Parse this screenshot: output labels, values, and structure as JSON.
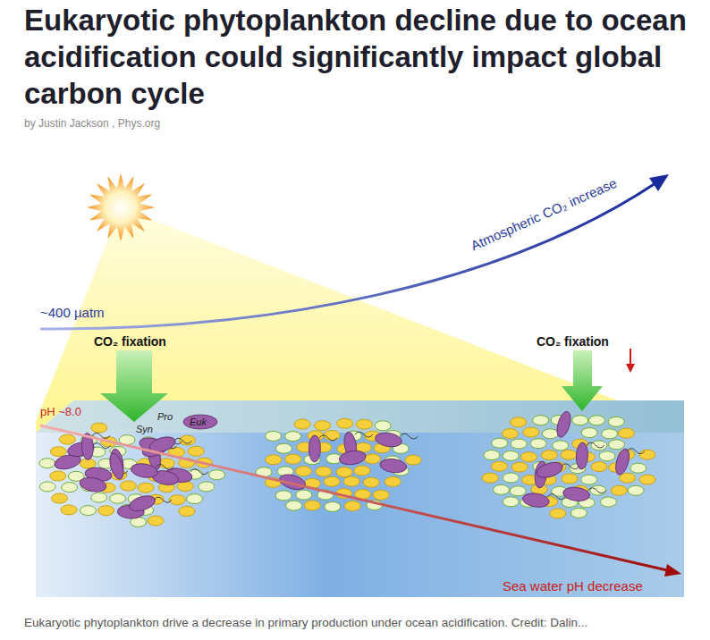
{
  "diagram": {
    "title": "Eukaryotic phytoplankton decline due to ocean acidification could significantly impact global carbon cycle",
    "caption": "Eukaryotic phytoplankton drive a decrease in primary production under ocean acidification. Credit: Dalin...",
    "labels": [
      "by Justin Jackson , Phys.org",
      "~400 µatm",
      "CO₂ fixation",
      "CO₂ fixation",
      "Atmospheric CO₂ increase",
      "pH ~8.0",
      "Pro",
      "Syn",
      "Euk",
      "Sea water pH decrease"
    ]
  }
}
